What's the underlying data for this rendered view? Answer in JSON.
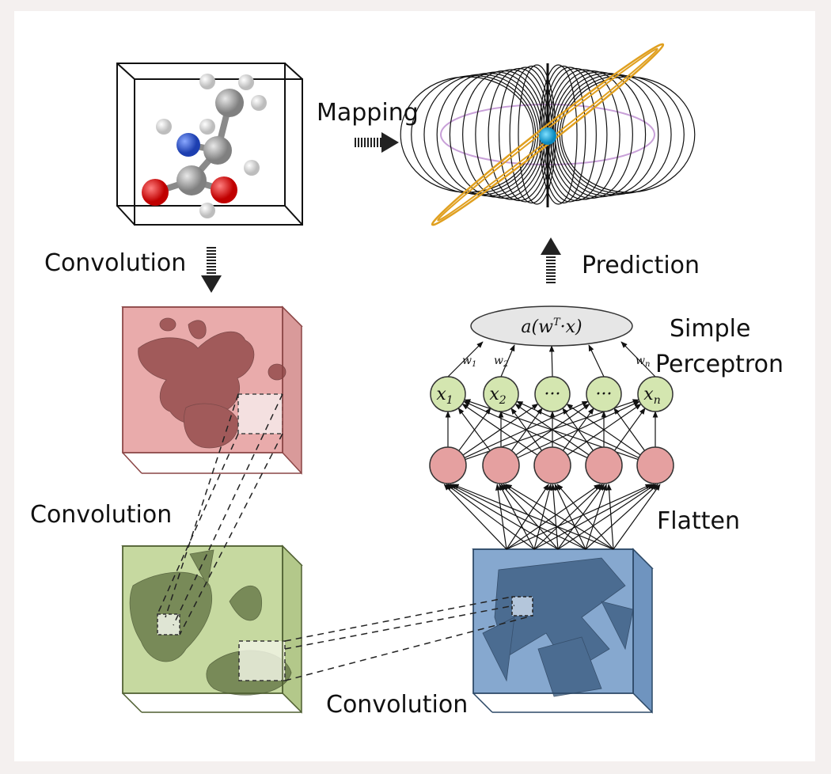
{
  "labels": {
    "mapping": "Mapping",
    "convolution_top": "Convolution",
    "convolution_mid": "Convolution",
    "convolution_bottom": "Convolution",
    "prediction": "Prediction",
    "simple": "Simple",
    "perceptron": "Perceptron",
    "flatten": "Flatten"
  },
  "perceptron": {
    "formula_a": "a(w",
    "formula_T": "T",
    "formula_b": "·x)",
    "inputs": [
      {
        "base": "x",
        "sub": "1"
      },
      {
        "base": "x",
        "sub": "2"
      },
      {
        "base": "···",
        "sub": ""
      },
      {
        "base": "···",
        "sub": ""
      },
      {
        "base": "x",
        "sub": "n"
      }
    ],
    "weights": [
      {
        "base": "w",
        "sub": "1"
      },
      {
        "base": "w",
        "sub": "2"
      },
      {
        "base": "w",
        "sub": "n"
      }
    ]
  },
  "colors": {
    "red_cube": "#e9a9a9",
    "green_cube": "#c4d79c",
    "blue_cube": "#7fa3c9",
    "input_node": "#d4e6b0",
    "flatten_node": "#e5a0a0",
    "atom_oxygen": "#e02020",
    "atom_nitrogen": "#2e5ed6",
    "atom_carbon": "#a8a8a8",
    "atom_hydrogen": "#f4f4f4",
    "field_orbit": "#e0a020"
  }
}
